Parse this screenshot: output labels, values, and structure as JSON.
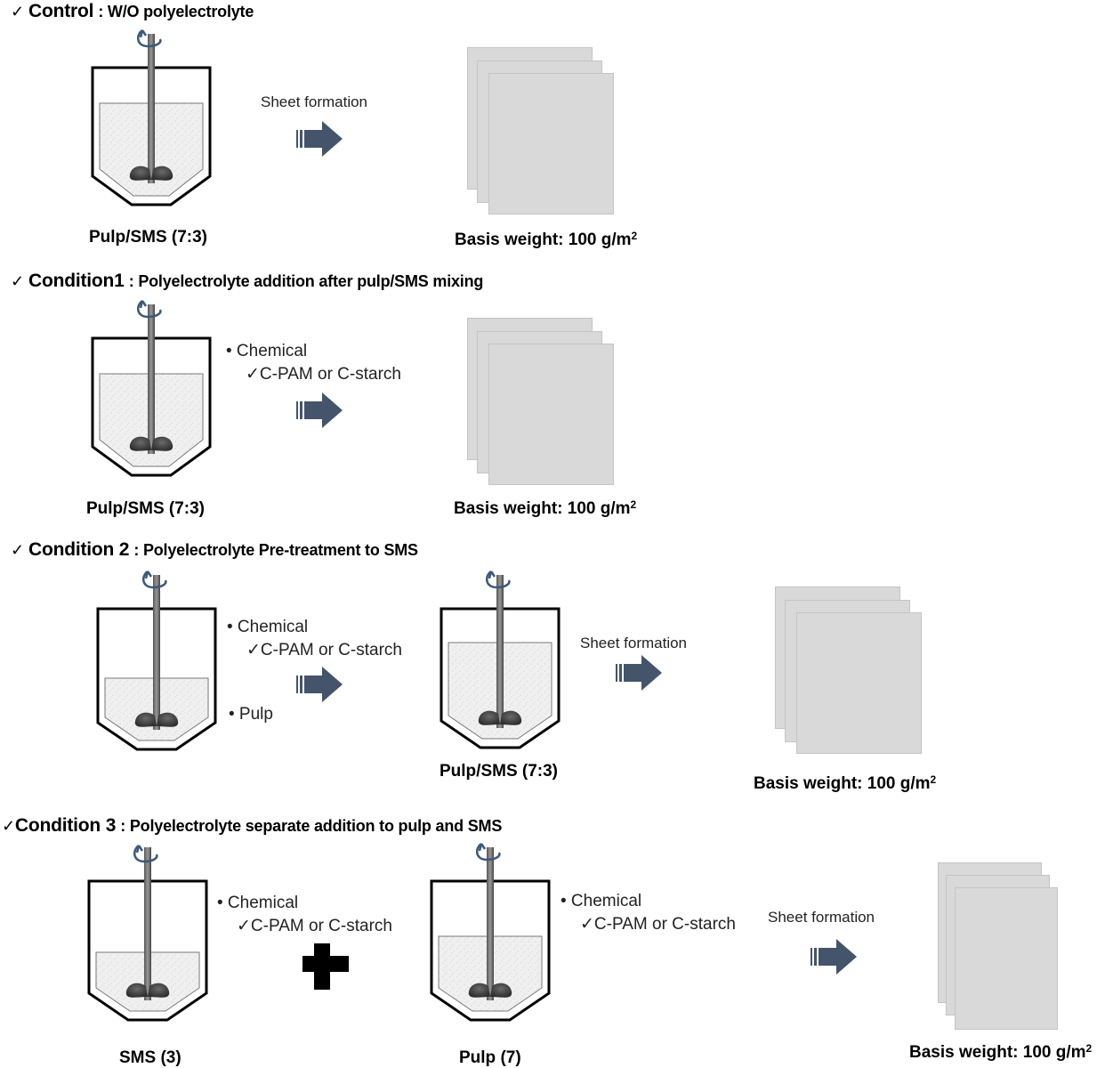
{
  "colors": {
    "arrow": "#44546a",
    "sheet_fill": "#d9d9d9",
    "tank_outline": "#000000",
    "slurry_fill": "#efefef",
    "rotation_arrow": "#3b5a7a"
  },
  "sections": [
    {
      "check": "✓",
      "title": "Control",
      "description": ": W/O polyelectrolyte",
      "tanks": [
        {
          "label": "Pulp/SMS (7:3)"
        }
      ],
      "step_label": "Sheet formation",
      "result": {
        "label": "Basis weight: 100 g/m",
        "sup": "2"
      }
    },
    {
      "check": "✓",
      "title": "Condition1",
      "description": ": Polyelectrolyte addition after pulp/SMS mixing",
      "tanks": [
        {
          "label": "Pulp/SMS (7:3)"
        }
      ],
      "chemical": {
        "bullet": "• Chemical",
        "item": "✓C-PAM or C-starch"
      },
      "result": {
        "label": "Basis weight: 100 g/m",
        "sup": "2"
      }
    },
    {
      "check": "✓",
      "title": "Condition 2",
      "description": ": Polyelectrolyte Pre-treatment to SMS",
      "tanks": [
        {
          "label": ""
        },
        {
          "label": "Pulp/SMS (7:3)"
        }
      ],
      "chemical": {
        "bullet": "• Chemical",
        "item": "✓C-PAM or C-starch",
        "extra": "• Pulp"
      },
      "step_label": "Sheet formation",
      "result": {
        "label": "Basis weight: 100 g/m",
        "sup": "2"
      }
    },
    {
      "check": "✓",
      "title": "Condition 3",
      "description": ": Polyelectrolyte separate addition to pulp and SMS",
      "tanks": [
        {
          "label": "SMS (3)"
        },
        {
          "label": "Pulp (7)"
        }
      ],
      "chemical_left": {
        "bullet": "• Chemical",
        "item": "✓C-PAM or C-starch"
      },
      "chemical_right": {
        "bullet": "• Chemical",
        "item": "✓C-PAM or C-starch"
      },
      "step_label": "Sheet formation",
      "result": {
        "label": "Basis weight: 100 g/m",
        "sup": "2"
      }
    }
  ]
}
